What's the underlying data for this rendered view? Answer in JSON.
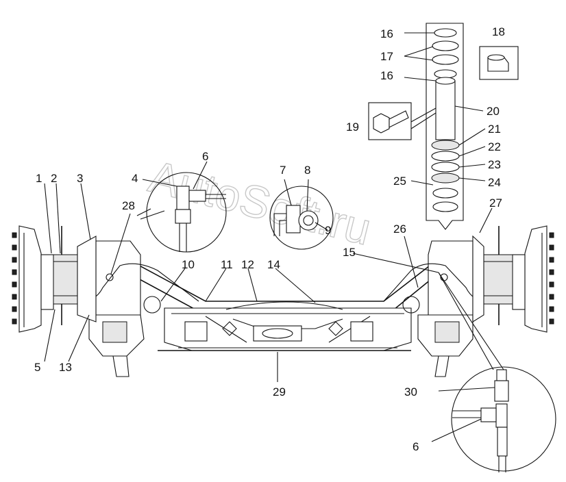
{
  "watermark": "AutoSoft.ru",
  "callouts": [
    {
      "id": "c1",
      "text": "1"
    },
    {
      "id": "c2",
      "text": "2"
    },
    {
      "id": "c3",
      "text": "3"
    },
    {
      "id": "c4",
      "text": "4"
    },
    {
      "id": "c5",
      "text": "5"
    },
    {
      "id": "c6a",
      "text": "6"
    },
    {
      "id": "c6b",
      "text": "6"
    },
    {
      "id": "c7",
      "text": "7"
    },
    {
      "id": "c8",
      "text": "8"
    },
    {
      "id": "c9",
      "text": "9"
    },
    {
      "id": "c10",
      "text": "10"
    },
    {
      "id": "c11",
      "text": "11"
    },
    {
      "id": "c12",
      "text": "12"
    },
    {
      "id": "c13",
      "text": "13"
    },
    {
      "id": "c14",
      "text": "14"
    },
    {
      "id": "c15",
      "text": "15"
    },
    {
      "id": "c16a",
      "text": "16"
    },
    {
      "id": "c16b",
      "text": "16"
    },
    {
      "id": "c17",
      "text": "17"
    },
    {
      "id": "c18",
      "text": "18"
    },
    {
      "id": "c19",
      "text": "19"
    },
    {
      "id": "c20",
      "text": "20"
    },
    {
      "id": "c21",
      "text": "21"
    },
    {
      "id": "c22",
      "text": "22"
    },
    {
      "id": "c23",
      "text": "23"
    },
    {
      "id": "c24",
      "text": "24"
    },
    {
      "id": "c25",
      "text": "25"
    },
    {
      "id": "c26",
      "text": "26"
    },
    {
      "id": "c27",
      "text": "27"
    },
    {
      "id": "c28",
      "text": "28"
    },
    {
      "id": "c29",
      "text": "29"
    },
    {
      "id": "c30",
      "text": "30"
    }
  ]
}
